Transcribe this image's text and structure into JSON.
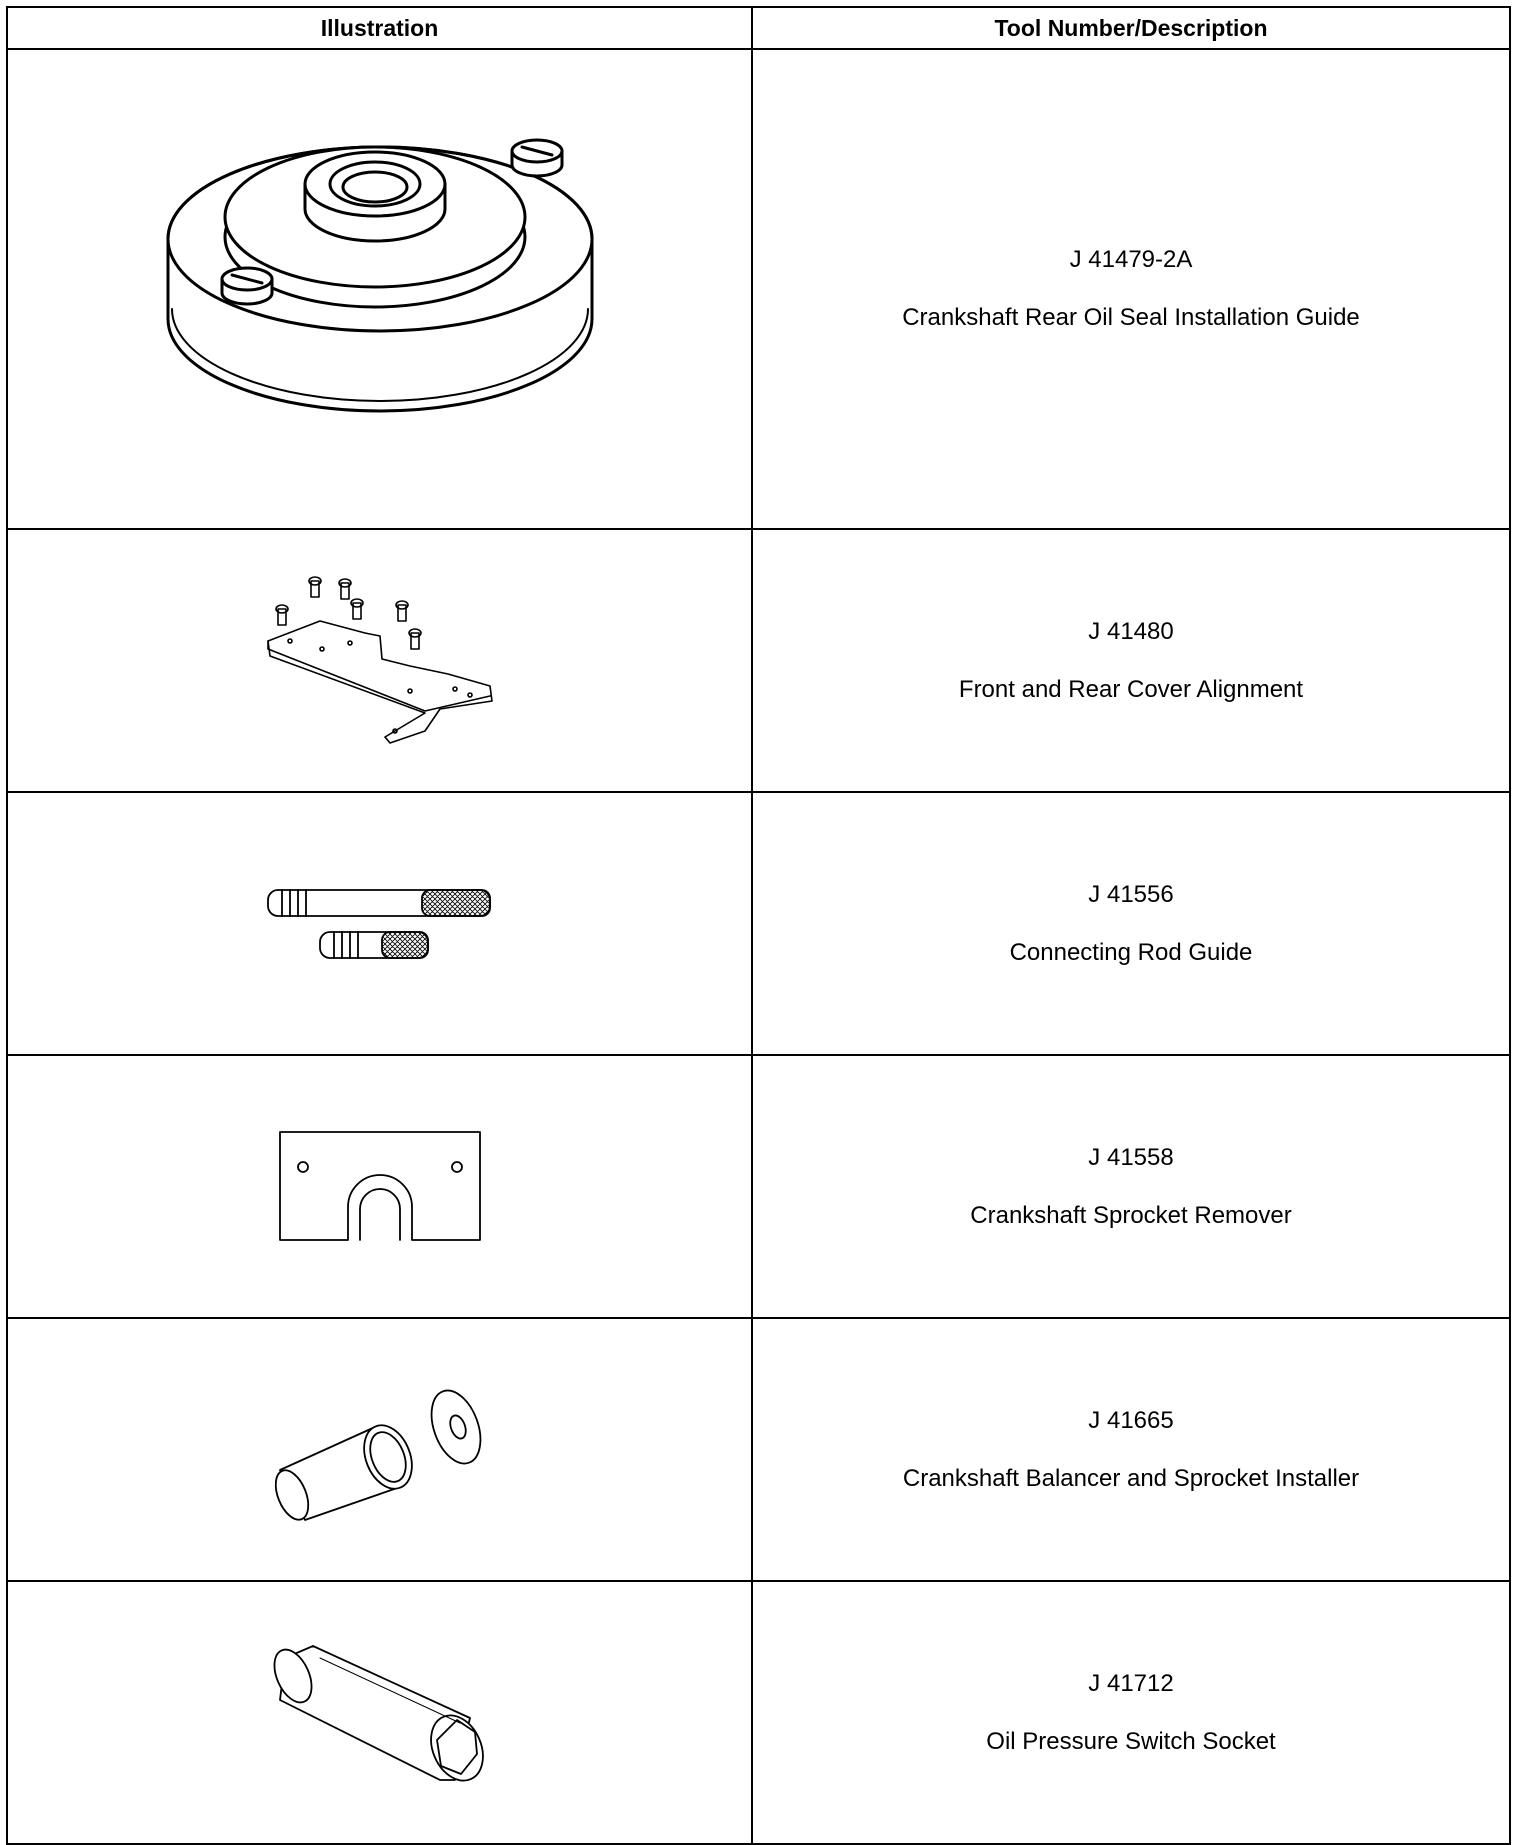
{
  "table": {
    "headers": {
      "illustration": "Illustration",
      "description": "Tool Number/Description"
    },
    "rows": [
      {
        "number": "J 41479-2A",
        "description": "Crankshaft Rear Oil Seal Installation Guide",
        "icon": "oil-seal-installation-guide-icon"
      },
      {
        "number": "J 41480",
        "description": "Front and Rear Cover Alignment",
        "icon": "cover-alignment-plate-icon"
      },
      {
        "number": "J 41556",
        "description": "Connecting Rod Guide",
        "icon": "connecting-rod-guide-icon"
      },
      {
        "number": "J 41558",
        "description": "Crankshaft Sprocket Remover",
        "icon": "sprocket-remover-plate-icon"
      },
      {
        "number": "J 41665",
        "description": "Crankshaft Balancer and Sprocket Installer",
        "icon": "balancer-installer-icon"
      },
      {
        "number": "J 41712",
        "description": "Oil Pressure Switch Socket",
        "icon": "oil-pressure-socket-icon"
      }
    ]
  }
}
